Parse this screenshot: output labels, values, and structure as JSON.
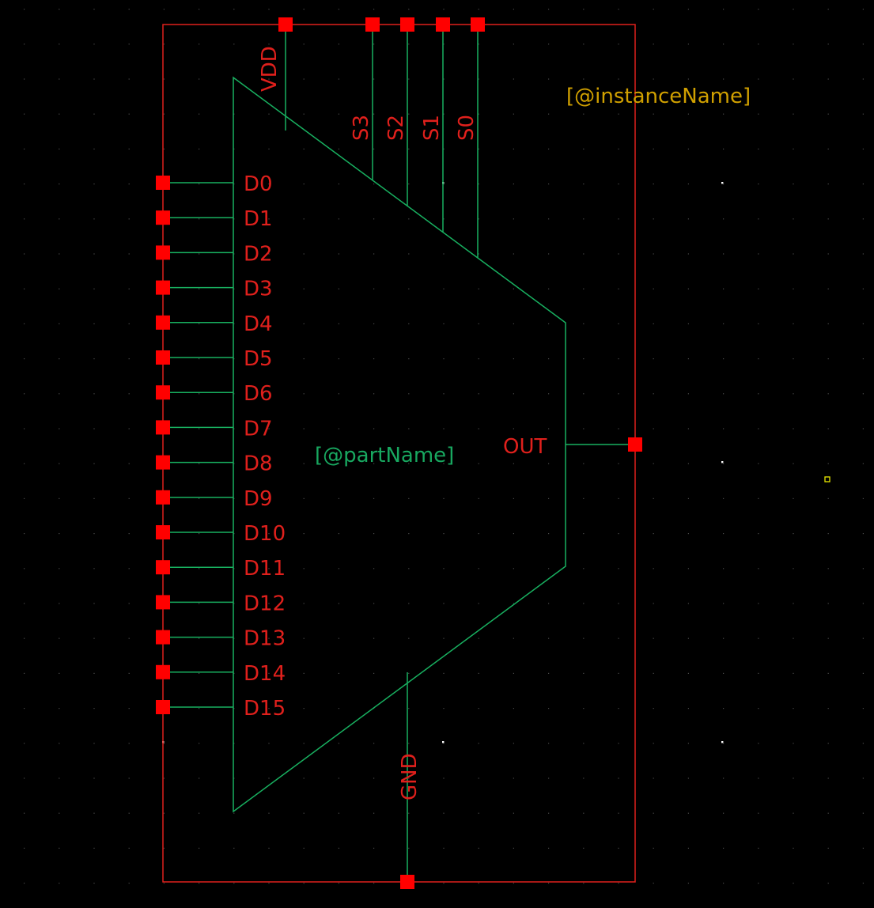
{
  "colors": {
    "background": "#000000",
    "grid_dot": "#4a4a4a",
    "grid_major_dot": "#ffffff",
    "boundary": "#e0201c",
    "pin_square": "#ff0000",
    "wire": "#18b060",
    "pin_label": "#e0201c",
    "part_label": "#18a860",
    "instance_label": "#d0a000",
    "marker": "#e8e800"
  },
  "symbol": {
    "part_name_label": "[@partName]",
    "instance_name_label": "[@instanceName]"
  },
  "pins": {
    "data_inputs": [
      "D0",
      "D1",
      "D2",
      "D3",
      "D4",
      "D5",
      "D6",
      "D7",
      "D8",
      "D9",
      "D10",
      "D11",
      "D12",
      "D13",
      "D14",
      "D15"
    ],
    "select_inputs": [
      "S3",
      "S2",
      "S1",
      "S0"
    ],
    "power": "VDD",
    "ground": "GND",
    "output": "OUT"
  }
}
